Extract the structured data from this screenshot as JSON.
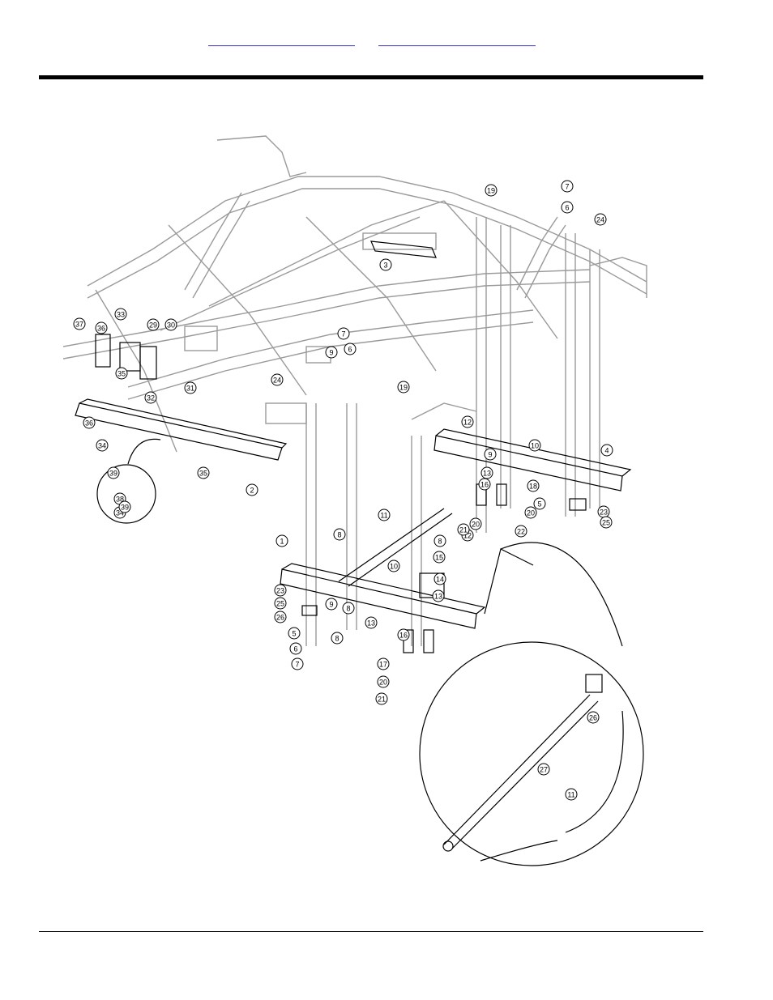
{
  "header": {
    "nav_links": [
      "",
      ""
    ]
  },
  "callouts": [
    {
      "n": "1"
    },
    {
      "n": "2"
    },
    {
      "n": "3"
    },
    {
      "n": "4"
    },
    {
      "n": "5"
    },
    {
      "n": "5"
    },
    {
      "n": "6"
    },
    {
      "n": "6"
    },
    {
      "n": "6"
    },
    {
      "n": "7"
    },
    {
      "n": "7"
    },
    {
      "n": "7"
    },
    {
      "n": "8"
    },
    {
      "n": "8"
    },
    {
      "n": "8"
    },
    {
      "n": "8"
    },
    {
      "n": "9"
    },
    {
      "n": "9"
    },
    {
      "n": "9"
    },
    {
      "n": "10"
    },
    {
      "n": "10"
    },
    {
      "n": "11"
    },
    {
      "n": "11"
    },
    {
      "n": "12"
    },
    {
      "n": "12"
    },
    {
      "n": "13"
    },
    {
      "n": "13"
    },
    {
      "n": "13"
    },
    {
      "n": "14"
    },
    {
      "n": "15"
    },
    {
      "n": "16"
    },
    {
      "n": "16"
    },
    {
      "n": "17"
    },
    {
      "n": "18"
    },
    {
      "n": "19"
    },
    {
      "n": "19"
    },
    {
      "n": "20"
    },
    {
      "n": "20"
    },
    {
      "n": "20"
    },
    {
      "n": "21"
    },
    {
      "n": "21"
    },
    {
      "n": "22"
    },
    {
      "n": "23"
    },
    {
      "n": "23"
    },
    {
      "n": "24"
    },
    {
      "n": "24"
    },
    {
      "n": "25"
    },
    {
      "n": "25"
    },
    {
      "n": "26"
    },
    {
      "n": "26"
    },
    {
      "n": "27"
    },
    {
      "n": "29"
    },
    {
      "n": "30"
    },
    {
      "n": "31"
    },
    {
      "n": "32"
    },
    {
      "n": "33"
    },
    {
      "n": "34"
    },
    {
      "n": "34"
    },
    {
      "n": "35"
    },
    {
      "n": "35"
    },
    {
      "n": "36"
    },
    {
      "n": "36"
    },
    {
      "n": "37"
    },
    {
      "n": "38"
    },
    {
      "n": "39"
    },
    {
      "n": "39"
    }
  ]
}
